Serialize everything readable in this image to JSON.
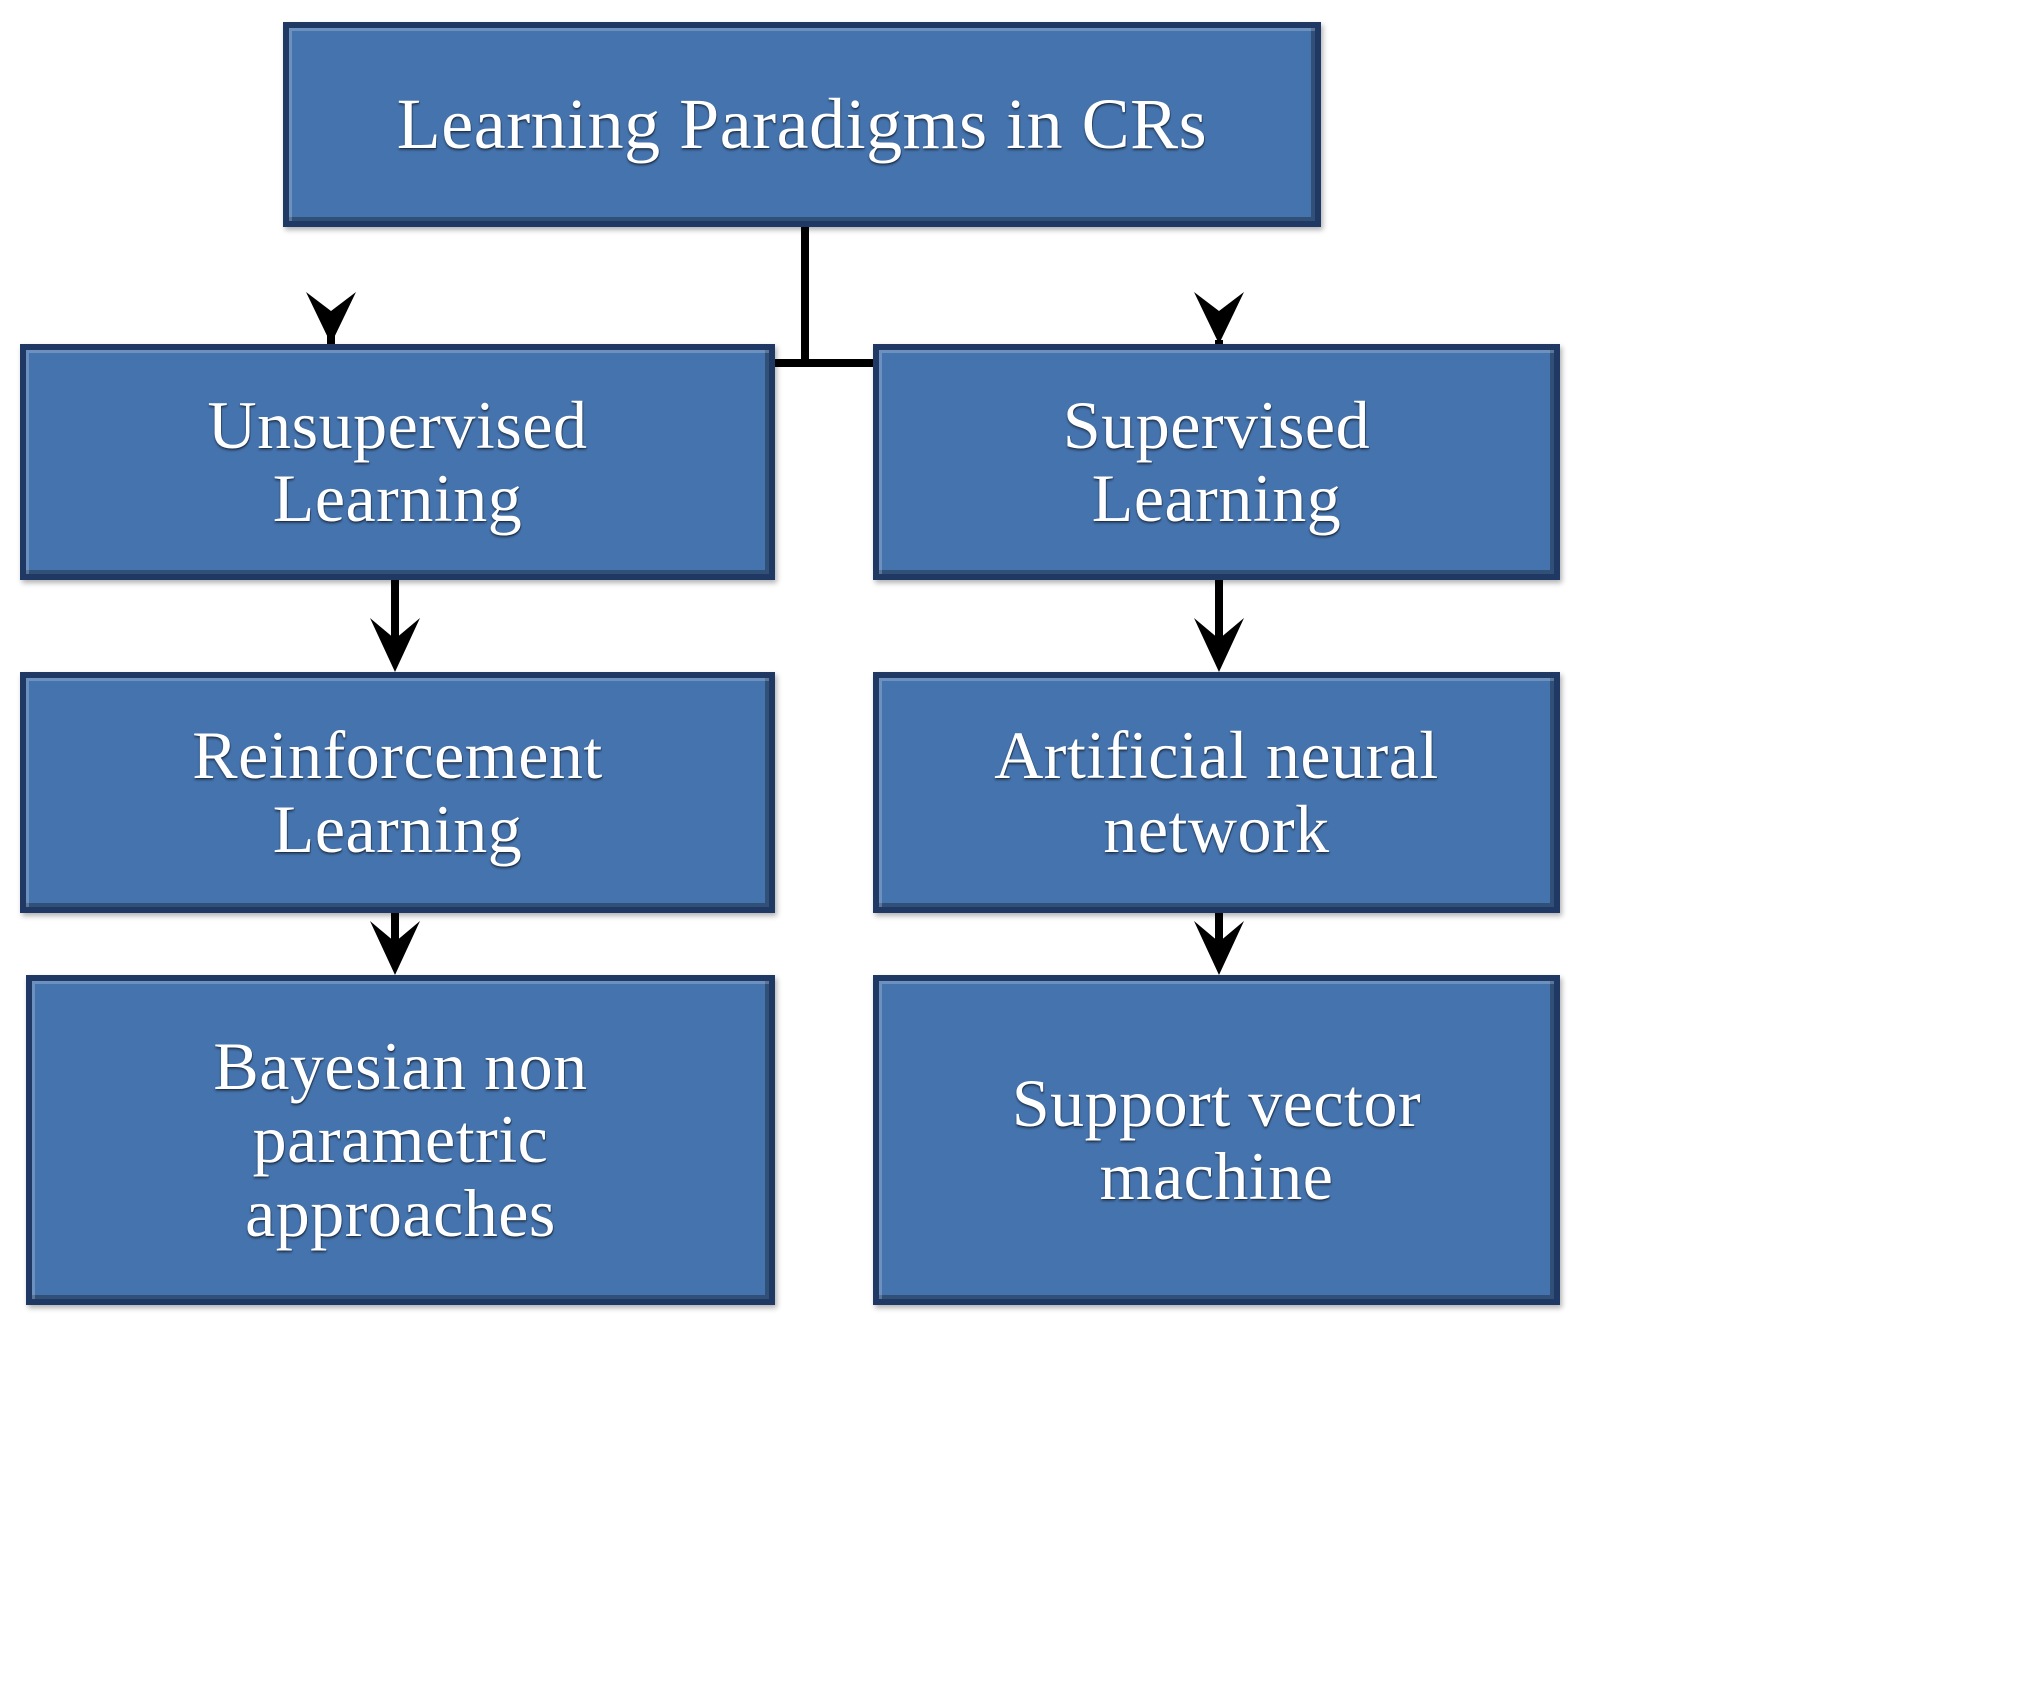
{
  "diagram": {
    "title": "Learning Paradigms in CRs",
    "type": "flowchart",
    "theme": {
      "box_fill": "#4573AD",
      "box_border": "#1F3864",
      "text_color": "#FFFFFF",
      "connector_color": "#000000",
      "background": "#FFFFFF"
    },
    "nodes": {
      "root": {
        "label": "Learning Paradigms in CRs"
      },
      "unsupervised": {
        "label": "Unsupervised\nLearning"
      },
      "supervised": {
        "label": "Supervised\nLearning"
      },
      "reinforcement": {
        "label": "Reinforcement\nLearning"
      },
      "ann": {
        "label": "Artificial neural\nnetwork"
      },
      "bayesian": {
        "label": "Bayesian non\nparametric\napproaches"
      },
      "svm": {
        "label": "Support vector\nmachine"
      }
    },
    "edges": [
      {
        "from": "root",
        "to": "unsupervised",
        "style": "elbow-arrow"
      },
      {
        "from": "root",
        "to": "supervised",
        "style": "elbow-arrow"
      },
      {
        "from": "unsupervised",
        "to": "reinforcement",
        "style": "straight-arrow"
      },
      {
        "from": "supervised",
        "to": "ann",
        "style": "straight-arrow"
      },
      {
        "from": "reinforcement",
        "to": "bayesian",
        "style": "straight-arrow"
      },
      {
        "from": "ann",
        "to": "svm",
        "style": "straight-arrow"
      }
    ]
  }
}
